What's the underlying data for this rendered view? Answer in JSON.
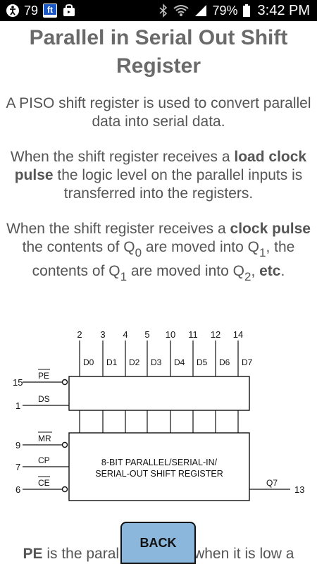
{
  "status_bar": {
    "notification_count": "79",
    "app_badge": "ft",
    "battery_percent": "79%",
    "time": "3:42 PM"
  },
  "page": {
    "title": "Parallel in Serial Out Shift Register",
    "para1": "A PISO shift register is used to convert parallel data into serial data.",
    "para2": {
      "pre": "When the shift register receives a ",
      "bold": "load clock pulse",
      "post": " the logic level on the parallel inputs is transferred into the registers."
    },
    "para3": {
      "pre": "When the shift register receives a ",
      "bold": "clock pulse",
      "mid1": " the contents of Q",
      "sub0": "0",
      "mid2": " are moved into Q",
      "sub1": "1",
      "mid3": ", the contents of Q",
      "sub1b": "1",
      "mid4": " are moved into Q",
      "sub2": "2",
      "mid5": ", ",
      "bold_end": "etc",
      "end": "."
    },
    "bottom": {
      "bold": "PE",
      "text": " is the paral",
      "tail": "when it is low a"
    }
  },
  "diagram": {
    "top_pins": [
      "2",
      "3",
      "4",
      "5",
      "10",
      "11",
      "12",
      "14"
    ],
    "data_inputs": [
      "D0",
      "D1",
      "D2",
      "D3",
      "D4",
      "D5",
      "D6",
      "D7"
    ],
    "left_pins": [
      "15",
      "1",
      "9",
      "7",
      "6"
    ],
    "left_signals": [
      "PE",
      "DS",
      "MR",
      "CP",
      "CE"
    ],
    "chip_label_line1": "8-BIT PARALLEL/SERIAL-IN/",
    "chip_label_line2": "SERIAL-OUT SHIFT REGISTER",
    "output_label": "Q7",
    "output_pin": "13"
  },
  "buttons": {
    "back_label": "BACK"
  }
}
